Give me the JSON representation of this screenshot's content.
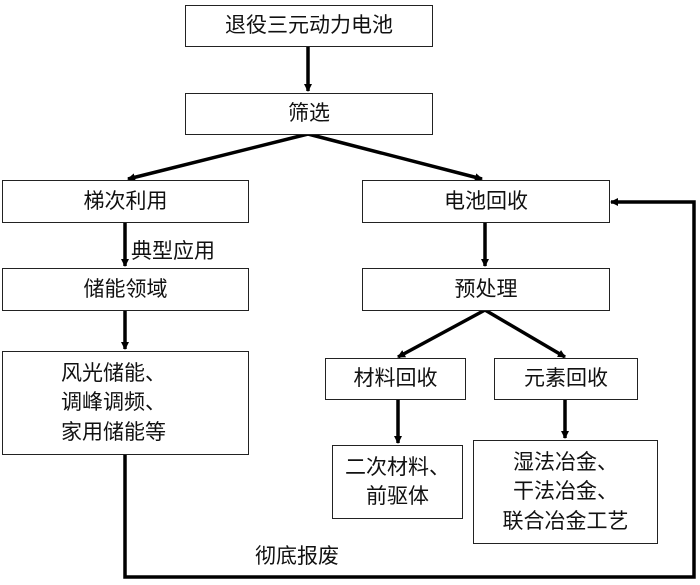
{
  "diagram": {
    "nodes": {
      "retired_battery": "退役三元动力电池",
      "screening": "筛选",
      "cascade_use": "梯次利用",
      "battery_recycling": "电池回收",
      "energy_storage": "储能领域",
      "pretreatment": "预处理",
      "applications": "风光储能、\n调峰调频、\n家用储能等",
      "material_recovery": "材料回收",
      "element_recovery": "元素回收",
      "secondary_materials": "二次材料、\n前驱体",
      "metallurgy": "湿法冶金、\n干法冶金、\n联合冶金工艺"
    },
    "edge_labels": {
      "typical_application": "典型应用",
      "complete_scrap": "彻底报废"
    },
    "edges": [
      [
        "retired_battery",
        "screening"
      ],
      [
        "screening",
        "cascade_use"
      ],
      [
        "screening",
        "battery_recycling"
      ],
      [
        "cascade_use",
        "energy_storage"
      ],
      [
        "energy_storage",
        "applications"
      ],
      [
        "battery_recycling",
        "pretreatment"
      ],
      [
        "pretreatment",
        "material_recovery"
      ],
      [
        "pretreatment",
        "element_recovery"
      ],
      [
        "material_recovery",
        "secondary_materials"
      ],
      [
        "element_recovery",
        "metallurgy"
      ],
      [
        "applications",
        "battery_recycling"
      ]
    ]
  }
}
